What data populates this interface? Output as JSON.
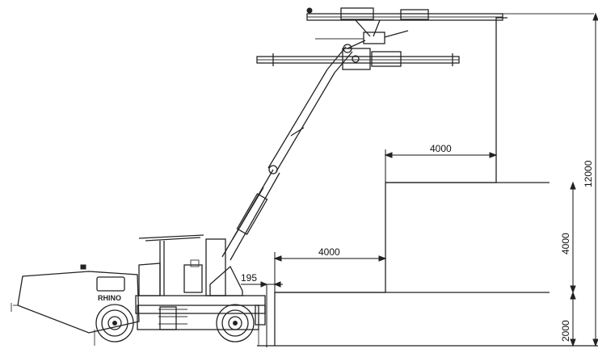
{
  "diagram": {
    "vehicle_badge": "RHINO",
    "dimensions": {
      "dim_195": "195",
      "dim_4000_lower": "4000",
      "dim_4000_upper": "4000",
      "dim_2000": "2000",
      "dim_4000_vertical": "4000",
      "dim_12000": "12000"
    }
  },
  "colors": {
    "line": "#222222",
    "background": "#ffffff"
  }
}
